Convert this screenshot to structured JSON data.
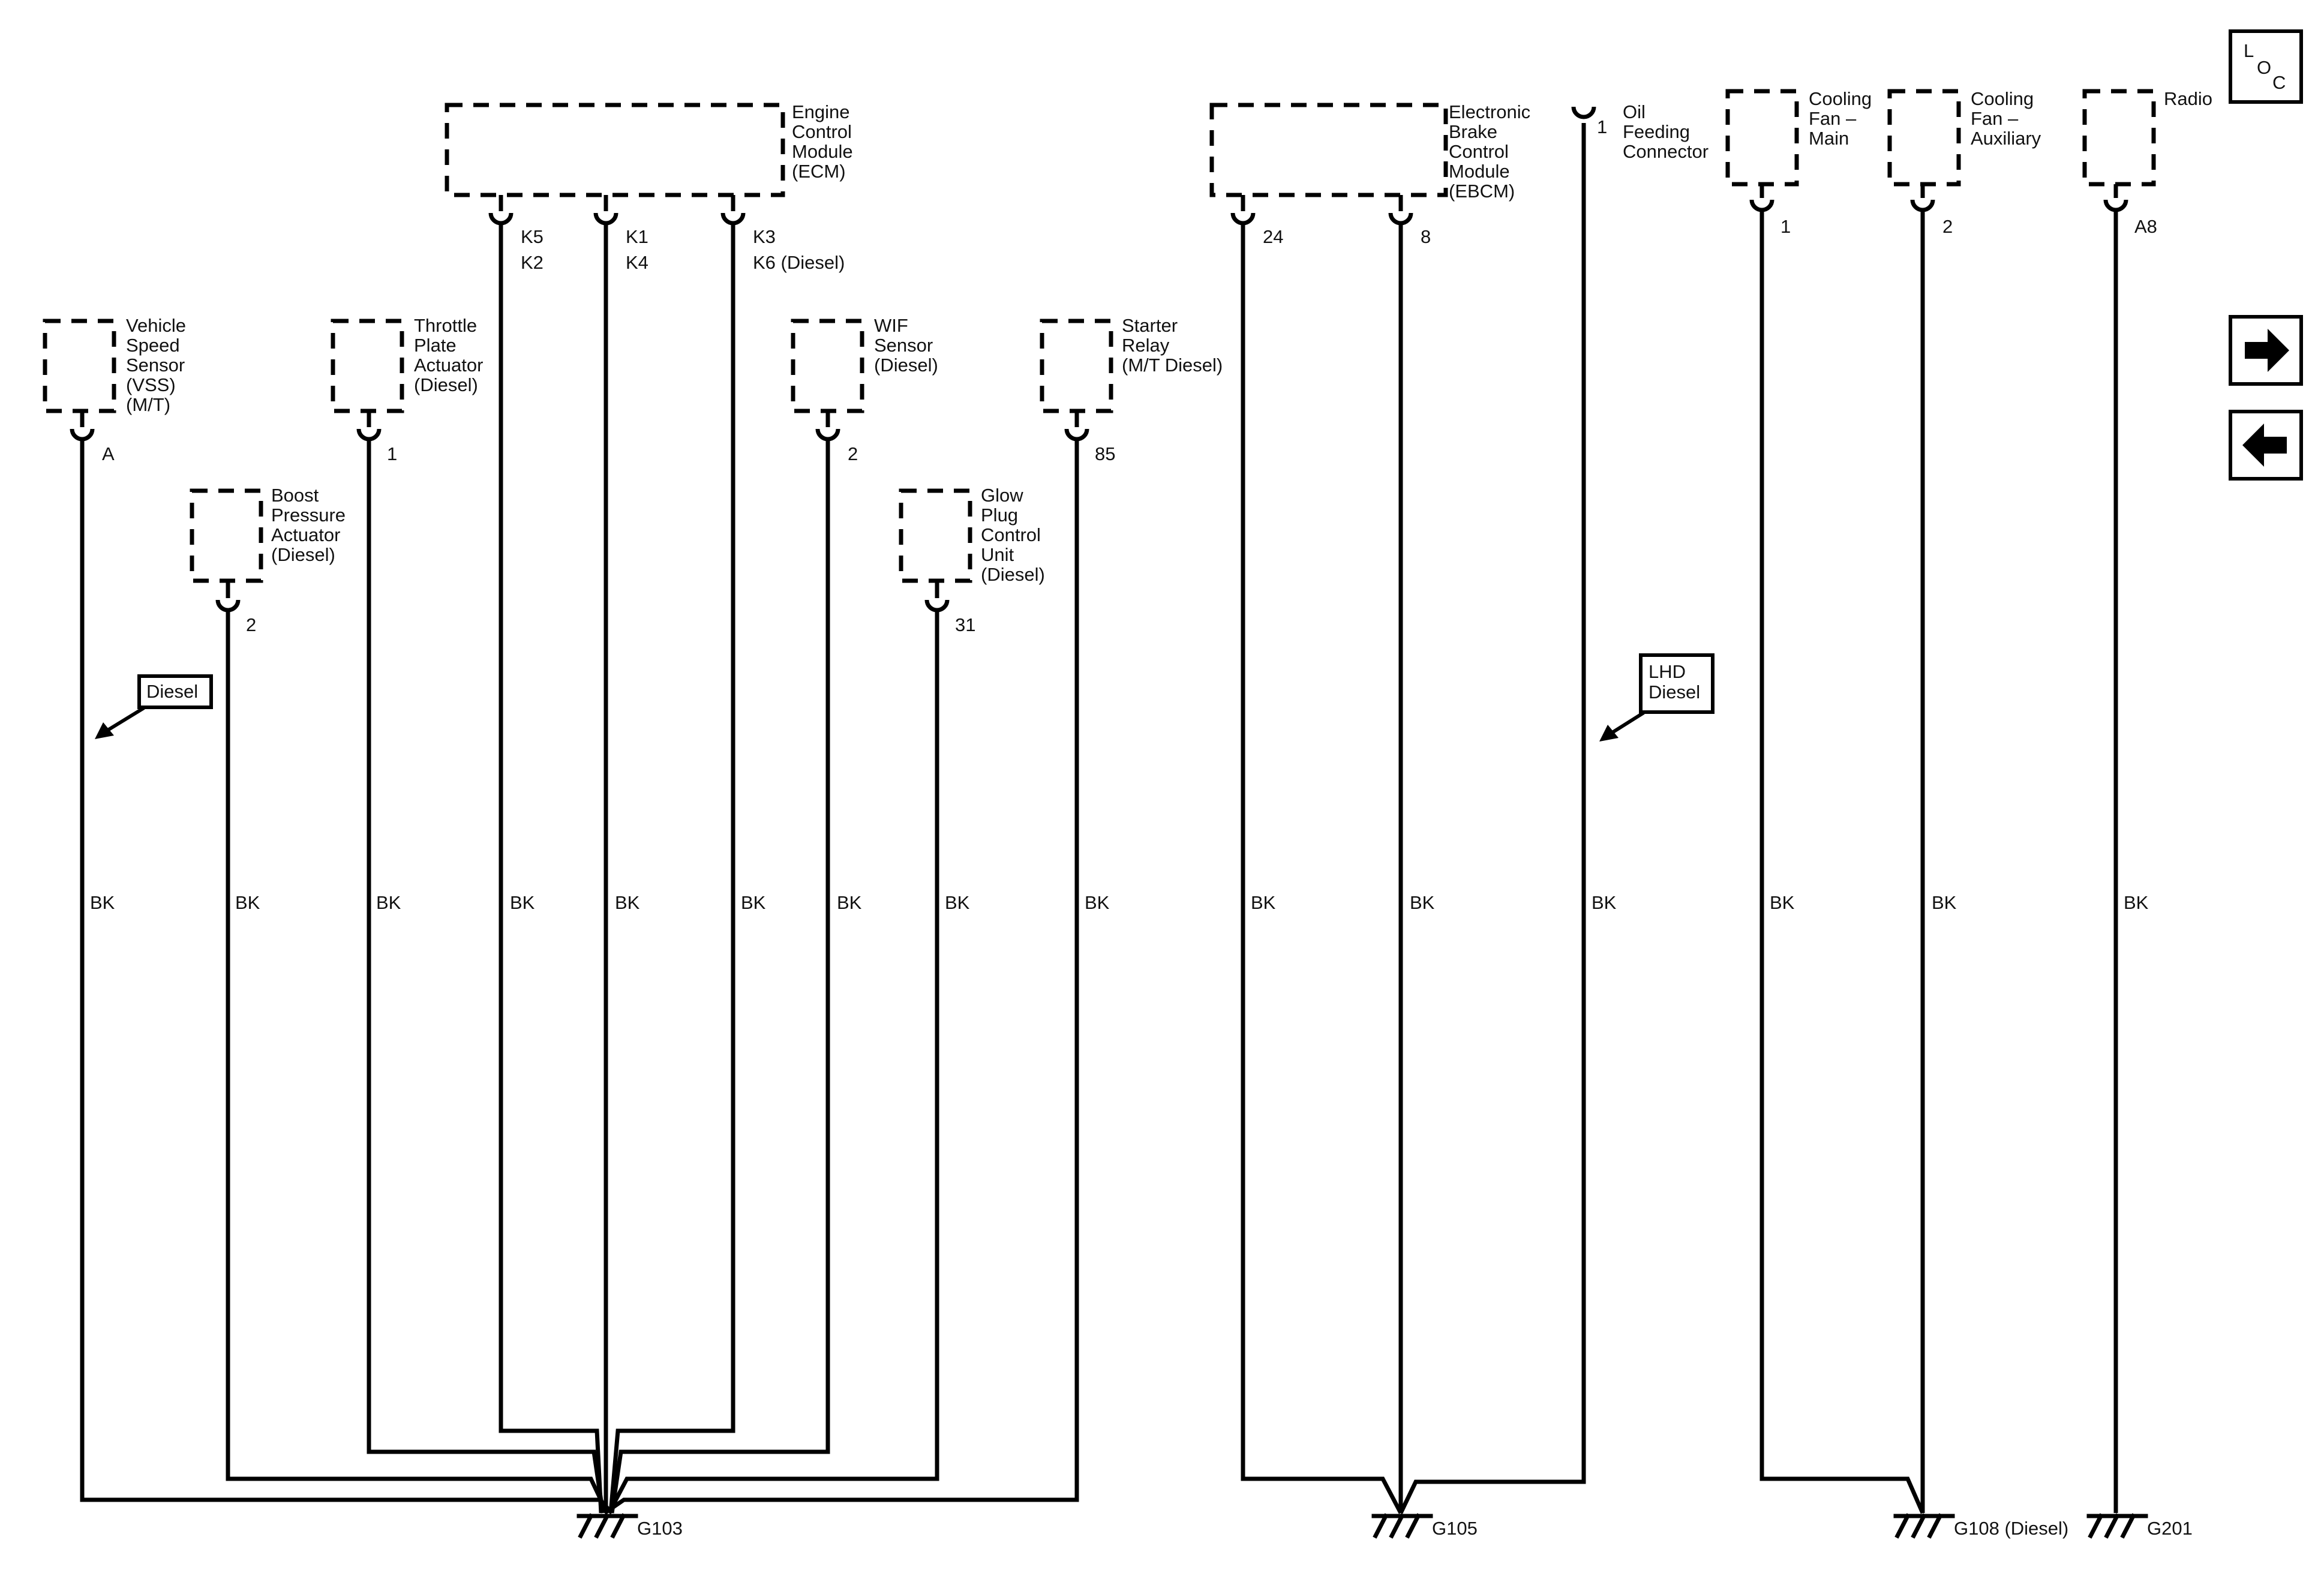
{
  "components": {
    "ecm": {
      "lines": [
        "Engine",
        "Control",
        "Module",
        "(ECM)"
      ]
    },
    "ebcm": {
      "lines": [
        "Electronic",
        "Brake",
        "Control",
        "Module",
        "(EBCM)"
      ]
    },
    "oil": {
      "lines": [
        "Oil",
        "Feeding",
        "Connector"
      ]
    },
    "fan_main": {
      "lines": [
        "Cooling",
        "Fan –",
        "Main"
      ]
    },
    "fan_aux": {
      "lines": [
        "Cooling",
        "Fan –",
        "Auxiliary"
      ]
    },
    "radio": {
      "lines": [
        "Radio"
      ]
    },
    "vss": {
      "lines": [
        "Vehicle",
        "Speed",
        "Sensor",
        "(VSS)",
        "(M/T)"
      ]
    },
    "throttle": {
      "lines": [
        "Throttle",
        "Plate",
        "Actuator",
        "(Diesel)"
      ]
    },
    "boost": {
      "lines": [
        "Boost",
        "Pressure",
        "Actuator",
        "(Diesel)"
      ]
    },
    "wif": {
      "lines": [
        "WIF",
        "Sensor",
        "(Diesel)"
      ]
    },
    "starter": {
      "lines": [
        "Starter",
        "Relay",
        "(M/T Diesel)"
      ]
    },
    "glow": {
      "lines": [
        "Glow",
        "Plug",
        "Control",
        "Unit",
        "(Diesel)"
      ]
    }
  },
  "pins": {
    "ecm_1": [
      "K5",
      "K2"
    ],
    "ecm_2": [
      "K1",
      "K4"
    ],
    "ecm_3": [
      "K3",
      "K6 (Diesel)"
    ],
    "ebcm_1": "24",
    "ebcm_2": "8",
    "oil": "1",
    "fan_main": "1",
    "fan_aux": "2",
    "radio": "A8",
    "vss": "A",
    "throttle": "1",
    "boost": "2",
    "wif": "2",
    "starter": "85",
    "glow": "31"
  },
  "wire_color": "BK",
  "grounds": {
    "g103": "G103",
    "g105": "G105",
    "g108": "G108 (Diesel)",
    "g201": "G201"
  },
  "notes": {
    "diesel": [
      "Diesel"
    ],
    "lhd": [
      "LHD",
      "Diesel"
    ]
  },
  "nav": {
    "loc_letters": [
      "L",
      "O",
      "C"
    ],
    "next_icon": "arrow-right-icon",
    "prev_icon": "arrow-left-icon"
  },
  "colors": {
    "ink": "#000000",
    "background": "#ffffff"
  }
}
